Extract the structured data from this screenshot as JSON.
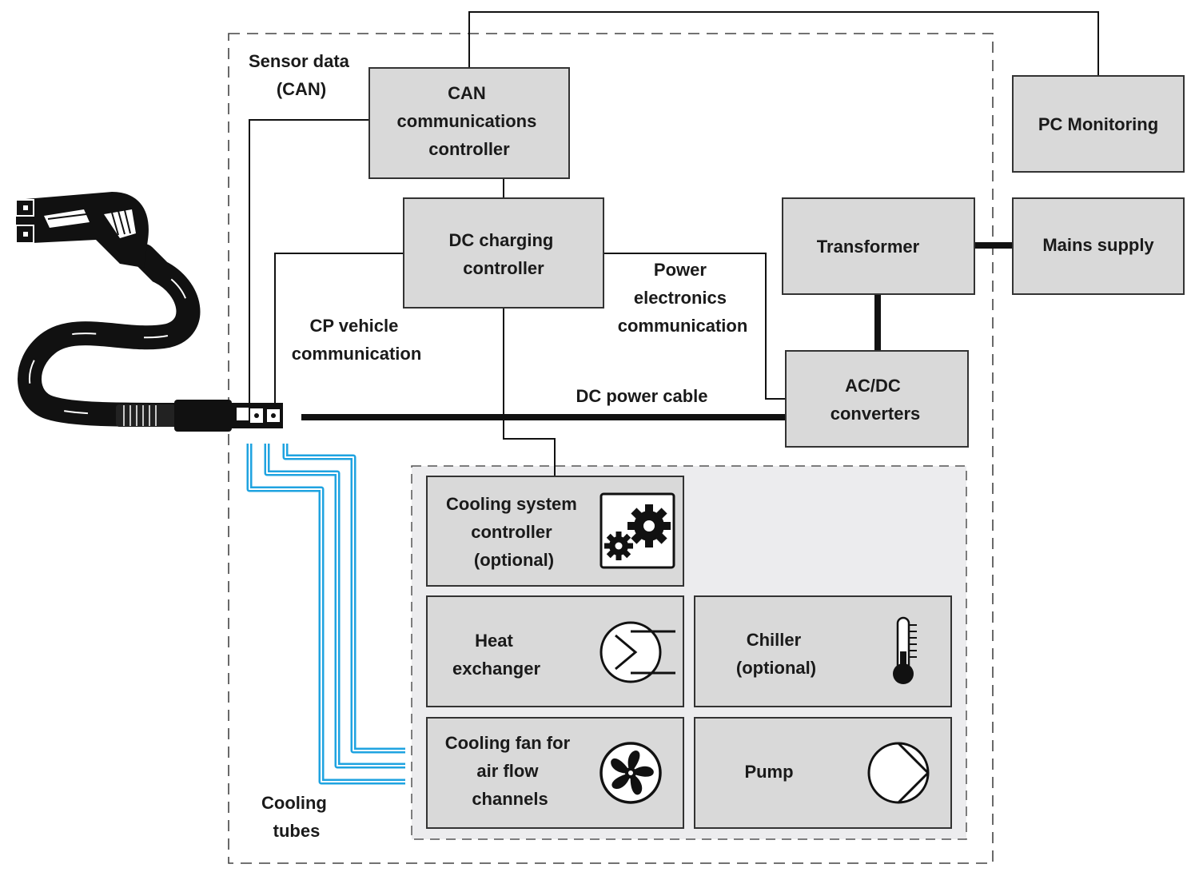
{
  "diagram": {
    "labels": {
      "sensor_data": [
        "Sensor data",
        "(CAN)"
      ],
      "cp_vehicle": [
        "CP vehicle",
        "communication"
      ],
      "power_electronics": [
        "Power",
        "electronics",
        "communication"
      ],
      "dc_power_cable": [
        "DC power cable"
      ],
      "cooling_tubes": [
        "Cooling",
        "tubes"
      ]
    },
    "boxes": {
      "can_controller": [
        "CAN",
        "communications",
        "controller"
      ],
      "pc_monitoring": [
        "PC Monitoring"
      ],
      "dc_charging": [
        "DC charging",
        "controller"
      ],
      "transformer": [
        "Transformer"
      ],
      "mains_supply": [
        "Mains supply"
      ],
      "acdc": [
        "AC/DC",
        "converters"
      ],
      "cooling_controller": [
        "Cooling system",
        "controller",
        "(optional)"
      ],
      "heat_exchanger": [
        "Heat",
        "exchanger"
      ],
      "chiller": [
        "Chiller",
        "(optional)"
      ],
      "cooling_fan": [
        "Cooling fan for",
        "air flow",
        "channels"
      ],
      "pump": [
        "Pump"
      ]
    },
    "icons": {
      "cooling_controller": "gears-icon",
      "heat_exchanger": "heat-exchanger-icon",
      "chiller": "thermometer-icon",
      "cooling_fan": "fan-icon",
      "pump": "pump-icon",
      "connector": "charging-plug-icon"
    },
    "colors": {
      "box_fill": "#d9d9d9",
      "cooling_area_fill": "#ececee",
      "cooling_tube": "#1fa3e0",
      "line": "#111111"
    }
  }
}
